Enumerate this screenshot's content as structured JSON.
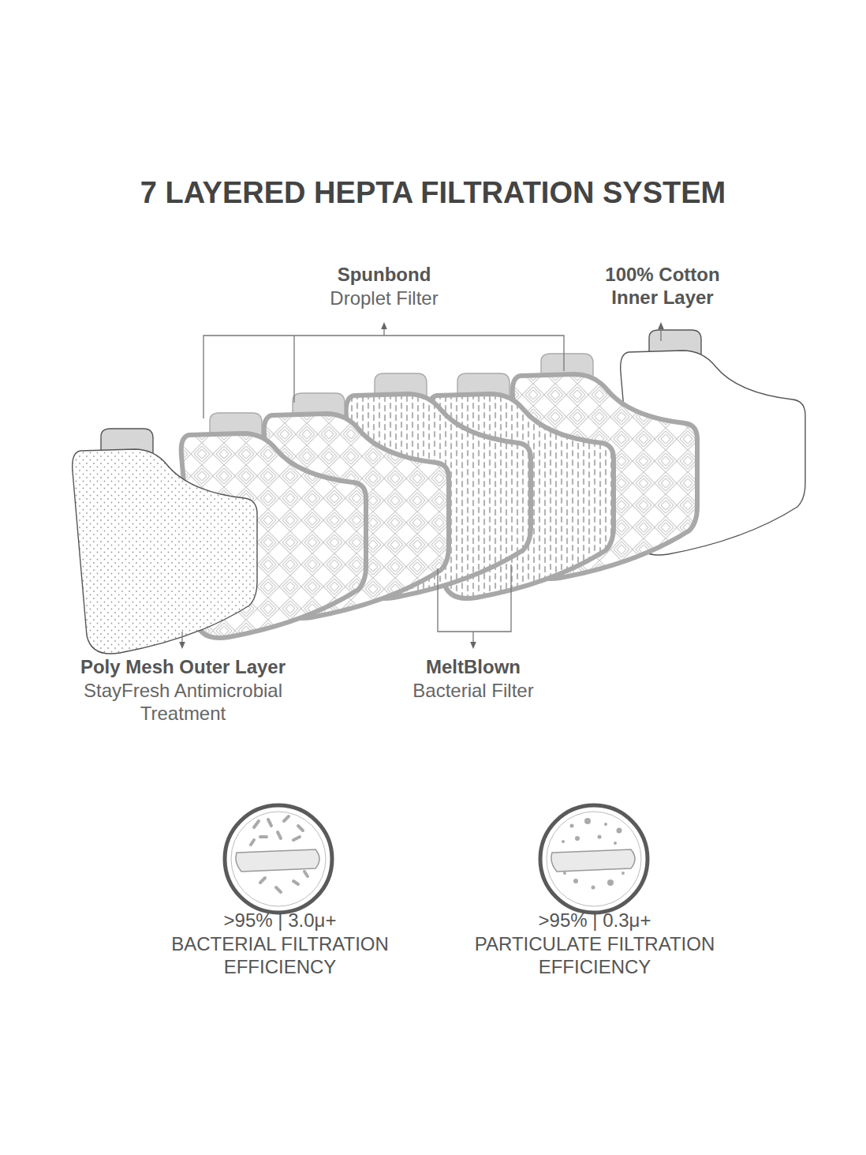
{
  "diagram": {
    "title": "7 LAYERED HEPTA FILTRATION SYSTEM",
    "labels": [
      "Spunbond",
      "Droplet Filter",
      "100% Cotton Inner Layer",
      "Poly Mesh Outer Layer",
      "StayFresh Antimicrobial Treatment",
      "MeltBlown",
      "Bacterial Filter",
      ">95% | 3.0μ+",
      "BACTERIAL FILTRATION EFFICIENCY",
      ">95% | 0.3μ+",
      "PARTICULATE FILTRATION EFFICIENCY"
    ]
  }
}
